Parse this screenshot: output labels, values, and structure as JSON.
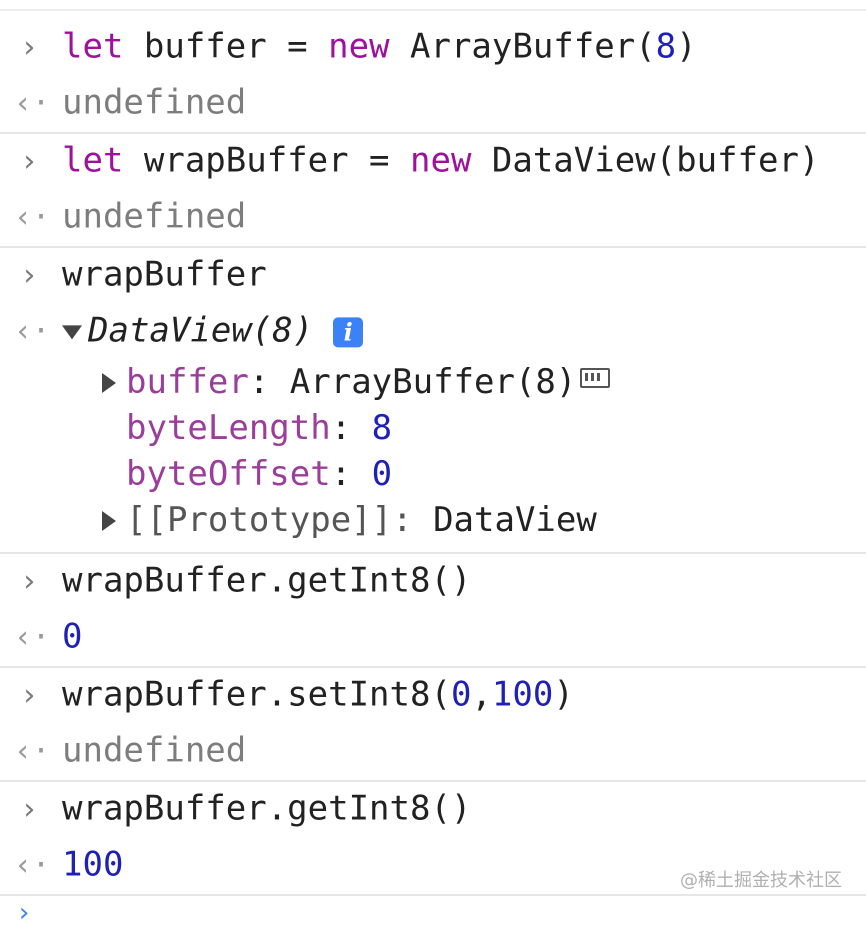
{
  "console": {
    "entries": [
      {
        "input": {
          "kw1": "let",
          "p1": " buffer = ",
          "kw2": "new",
          "p2": " ArrayBuffer(",
          "num": "8",
          "p3": ")"
        },
        "output": "undefined"
      },
      {
        "input": {
          "kw1": "let",
          "p1": " wrapBuffer = ",
          "kw2": "new",
          "p2": " DataView(buffer)"
        },
        "output": "undefined"
      },
      {
        "input": {
          "text": "wrapBuffer"
        },
        "output_tree": {
          "header": "DataView(8)",
          "info_icon": "info-icon",
          "props": [
            {
              "key": "buffer",
              "value": "ArrayBuffer(8)",
              "expandable": true,
              "icon": "memory-icon"
            },
            {
              "key": "byteLength",
              "value": "8"
            },
            {
              "key": "byteOffset",
              "value": "0"
            },
            {
              "key": "[[Prototype]]",
              "value": "DataView",
              "expandable": true
            }
          ]
        }
      },
      {
        "input": {
          "text": "wrapBuffer.getInt8()"
        },
        "output": "0"
      },
      {
        "input": {
          "a": "wrapBuffer.setInt8(",
          "n1": "0",
          "b": ",",
          "n2": "100",
          "c": ")"
        },
        "output": "undefined"
      },
      {
        "input": {
          "text": "wrapBuffer.getInt8()"
        },
        "output": "100"
      }
    ],
    "prompt_glyph": "›",
    "result_glyph": "‹·"
  },
  "watermark": "@稀土掘金技术社区",
  "colors": {
    "keyword": "#a0109e",
    "number": "#1f20b8",
    "undefined": "#7d7d7d",
    "property": "#9a3e9a",
    "accent": "#3b82f6"
  }
}
